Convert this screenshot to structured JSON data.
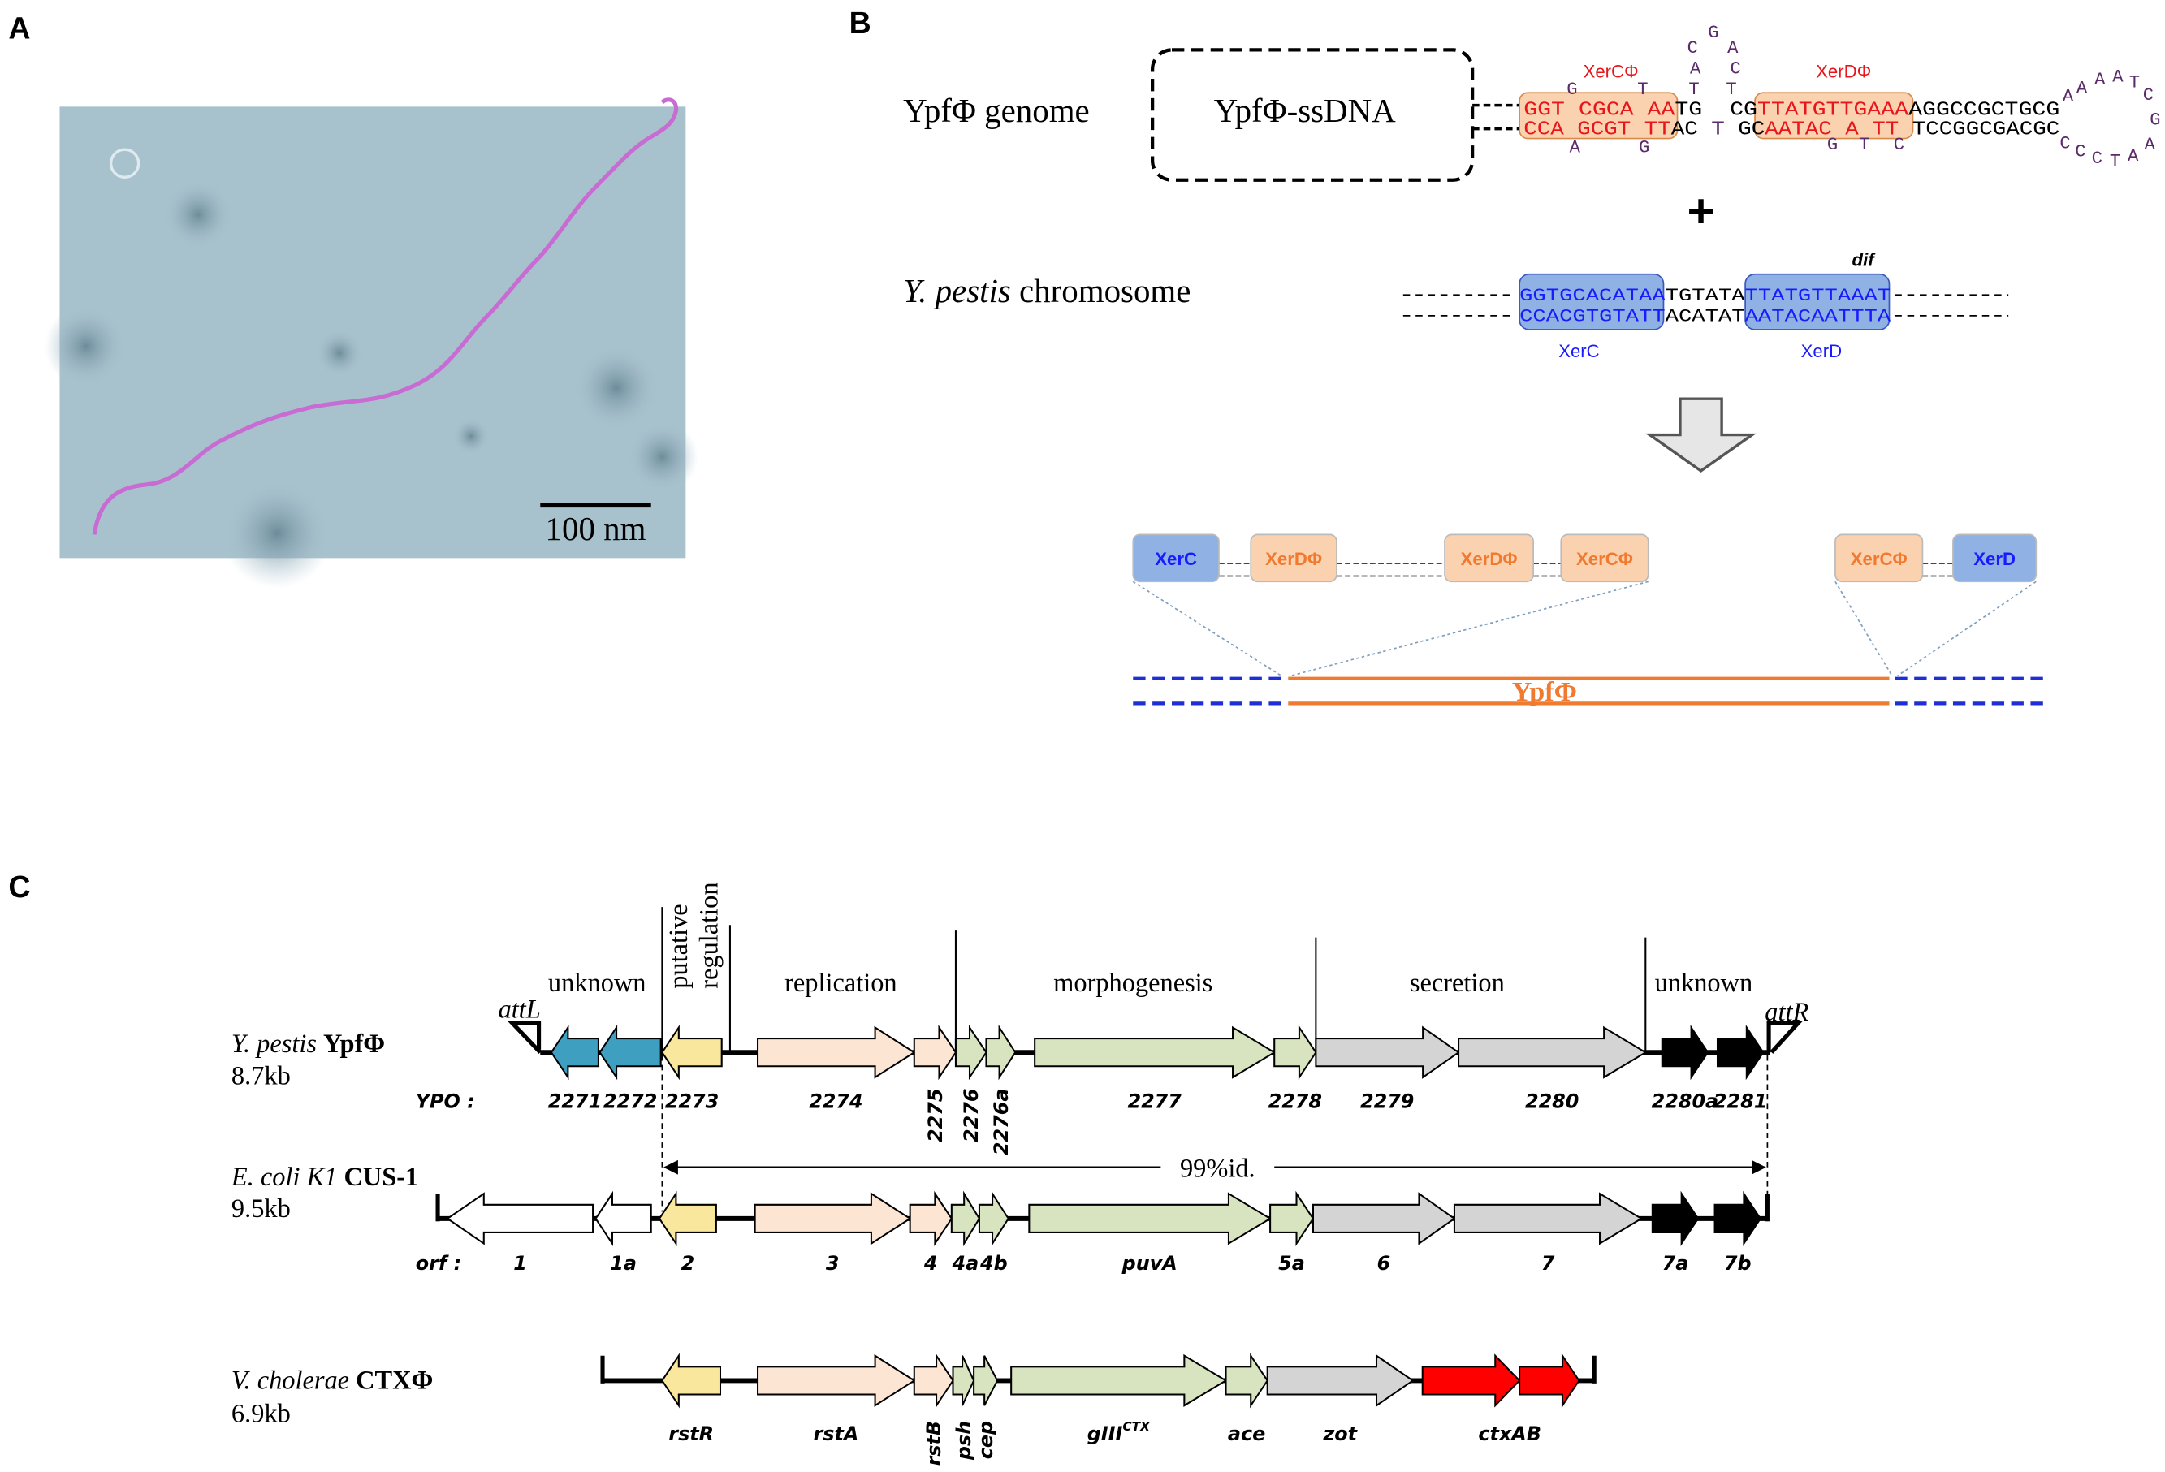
{
  "panel_labels": {
    "a": "A",
    "b": "B",
    "c": "C"
  },
  "panel_a": {
    "scale_bar": "100 nm"
  },
  "panel_b": {
    "genome_label": "YpfΦ genome",
    "ssdna_label": "YpfΦ-ssDNA",
    "xerc_phi": "XerCΦ",
    "xerd_phi": "XerDΦ",
    "top_strand": {
      "red1": "GGT CGCA AA",
      "black1": "TG  CG",
      "red2": "TTATGTTGAAA",
      "black2": "AGGCCGCTGCG"
    },
    "bottom_strand": {
      "red1": "CCA GCGT TT",
      "black1": "AC",
      "purple": " T ",
      "black2": "GC",
      "red2": "AATAC A TT",
      "black3": " TCCGGCGACGC"
    },
    "bulge_box1_top": [
      "G",
      "T"
    ],
    "bulge_box1_bottom": [
      "A",
      "G"
    ],
    "bulge_box2_bottom": [
      "G",
      "T",
      "C"
    ],
    "stem_loop": [
      "T",
      "A",
      "C",
      "G",
      "A",
      "C",
      "T"
    ],
    "hairpin_loop": [
      "A",
      "A",
      "A",
      "A",
      "T",
      "C",
      "G",
      "A",
      "A",
      "T",
      "C",
      "C",
      "C"
    ],
    "plus": "+",
    "chromosome_italic": "Y. pestis",
    "chromosome_rest": " chromosome",
    "chr_top": {
      "blue1": "GGTGCACATAA",
      "black": "TGTATA",
      "blue2": "TTATGTTAAAT"
    },
    "chr_bottom": {
      "blue1": "CCACGTGTATT",
      "black": "ACATAT",
      "blue2": "AATACAATTTA"
    },
    "dif": "dif",
    "xerc": "XerC",
    "xerd": "XerD",
    "sites": [
      "XerC",
      "XerDΦ",
      "XerDΦ",
      "XerCΦ",
      "XerCΦ",
      "XerD"
    ],
    "integrated_label": "YpfΦ",
    "colors": {
      "phage_site": "#fbd2b0",
      "host_site": "#8fb1e3",
      "phage_line": "#f07a30",
      "host_line": "#1f2fd6",
      "seq_red": "#e8161b",
      "seq_blue": "#1a1aff",
      "loop_purple": "#5a2a6a"
    }
  },
  "panel_c": {
    "categories": [
      "unknown",
      "putative",
      "regulation",
      "replication",
      "morphogenesis",
      "secretion",
      "unknown"
    ],
    "identity": "99%id.",
    "att_left": "attL",
    "att_right": "attR",
    "rows": [
      {
        "species": "Y. pestis",
        "phage": "YpfΦ",
        "size": "8.7kb",
        "prefix": "YPO :",
        "genes": [
          {
            "label": "2271",
            "color": "#3f9fc0",
            "dir": "left"
          },
          {
            "label": "2272",
            "color": "#3f9fc0",
            "dir": "left"
          },
          {
            "label": "2273",
            "color": "#f8e79c",
            "dir": "left"
          },
          {
            "label": "2274",
            "color": "#fde5d4",
            "dir": "right"
          },
          {
            "label": "2275",
            "color": "#fde5d4",
            "dir": "right"
          },
          {
            "label": "2276",
            "color": "#d7e4bf",
            "dir": "right"
          },
          {
            "label": "2276a",
            "color": "#d7e4bf",
            "dir": "right"
          },
          {
            "label": "2277",
            "color": "#d7e4bf",
            "dir": "right"
          },
          {
            "label": "2278",
            "color": "#d7e4bf",
            "dir": "right"
          },
          {
            "label": "2279",
            "color": "#d4d4d4",
            "dir": "right"
          },
          {
            "label": "2280",
            "color": "#d4d4d4",
            "dir": "right"
          },
          {
            "label": "2280a",
            "color": "#000000",
            "dir": "right"
          },
          {
            "label": "2281",
            "color": "#000000",
            "dir": "right"
          }
        ]
      },
      {
        "species": "E. coli K1",
        "phage": "CUS-1",
        "size": "9.5kb",
        "prefix": "orf :",
        "genes": [
          {
            "label": "1",
            "color": "#ffffff",
            "dir": "left"
          },
          {
            "label": "1a",
            "color": "#ffffff",
            "dir": "left"
          },
          {
            "label": "2",
            "color": "#f8e79c",
            "dir": "left"
          },
          {
            "label": "3",
            "color": "#fde5d4",
            "dir": "right"
          },
          {
            "label": "4",
            "color": "#fde5d4",
            "dir": "right"
          },
          {
            "label": "4a",
            "color": "#d7e4bf",
            "dir": "right"
          },
          {
            "label": "4b",
            "color": "#d7e4bf",
            "dir": "right"
          },
          {
            "label": "puvA",
            "color": "#d7e4bf",
            "dir": "right"
          },
          {
            "label": "5a",
            "color": "#d7e4bf",
            "dir": "right"
          },
          {
            "label": "6",
            "color": "#d4d4d4",
            "dir": "right"
          },
          {
            "label": "7",
            "color": "#d4d4d4",
            "dir": "right"
          },
          {
            "label": "7a",
            "color": "#000000",
            "dir": "right"
          },
          {
            "label": "7b",
            "color": "#000000",
            "dir": "right"
          }
        ]
      },
      {
        "species": "V. cholerae",
        "phage": "CTXΦ",
        "size": "6.9kb",
        "prefix": "",
        "genes": [
          {
            "label": "rstR",
            "color": "#f8e79c",
            "dir": "left"
          },
          {
            "label": "rstA",
            "color": "#fde5d4",
            "dir": "right"
          },
          {
            "label": "rstB",
            "color": "#fde5d4",
            "dir": "right"
          },
          {
            "label": "psh",
            "color": "#d7e4bf",
            "dir": "right"
          },
          {
            "label": "cep",
            "color": "#d7e4bf",
            "dir": "right"
          },
          {
            "label": "gIII",
            "sup": "CTX",
            "color": "#d7e4bf",
            "dir": "right"
          },
          {
            "label": "ace",
            "color": "#d7e4bf",
            "dir": "right"
          },
          {
            "label": "zot",
            "color": "#d4d4d4",
            "dir": "right"
          },
          {
            "label": "ctxAB",
            "color": "#ff0000",
            "dir": "right"
          },
          {
            "label": "",
            "color": "#ff0000",
            "dir": "right"
          }
        ]
      }
    ]
  }
}
